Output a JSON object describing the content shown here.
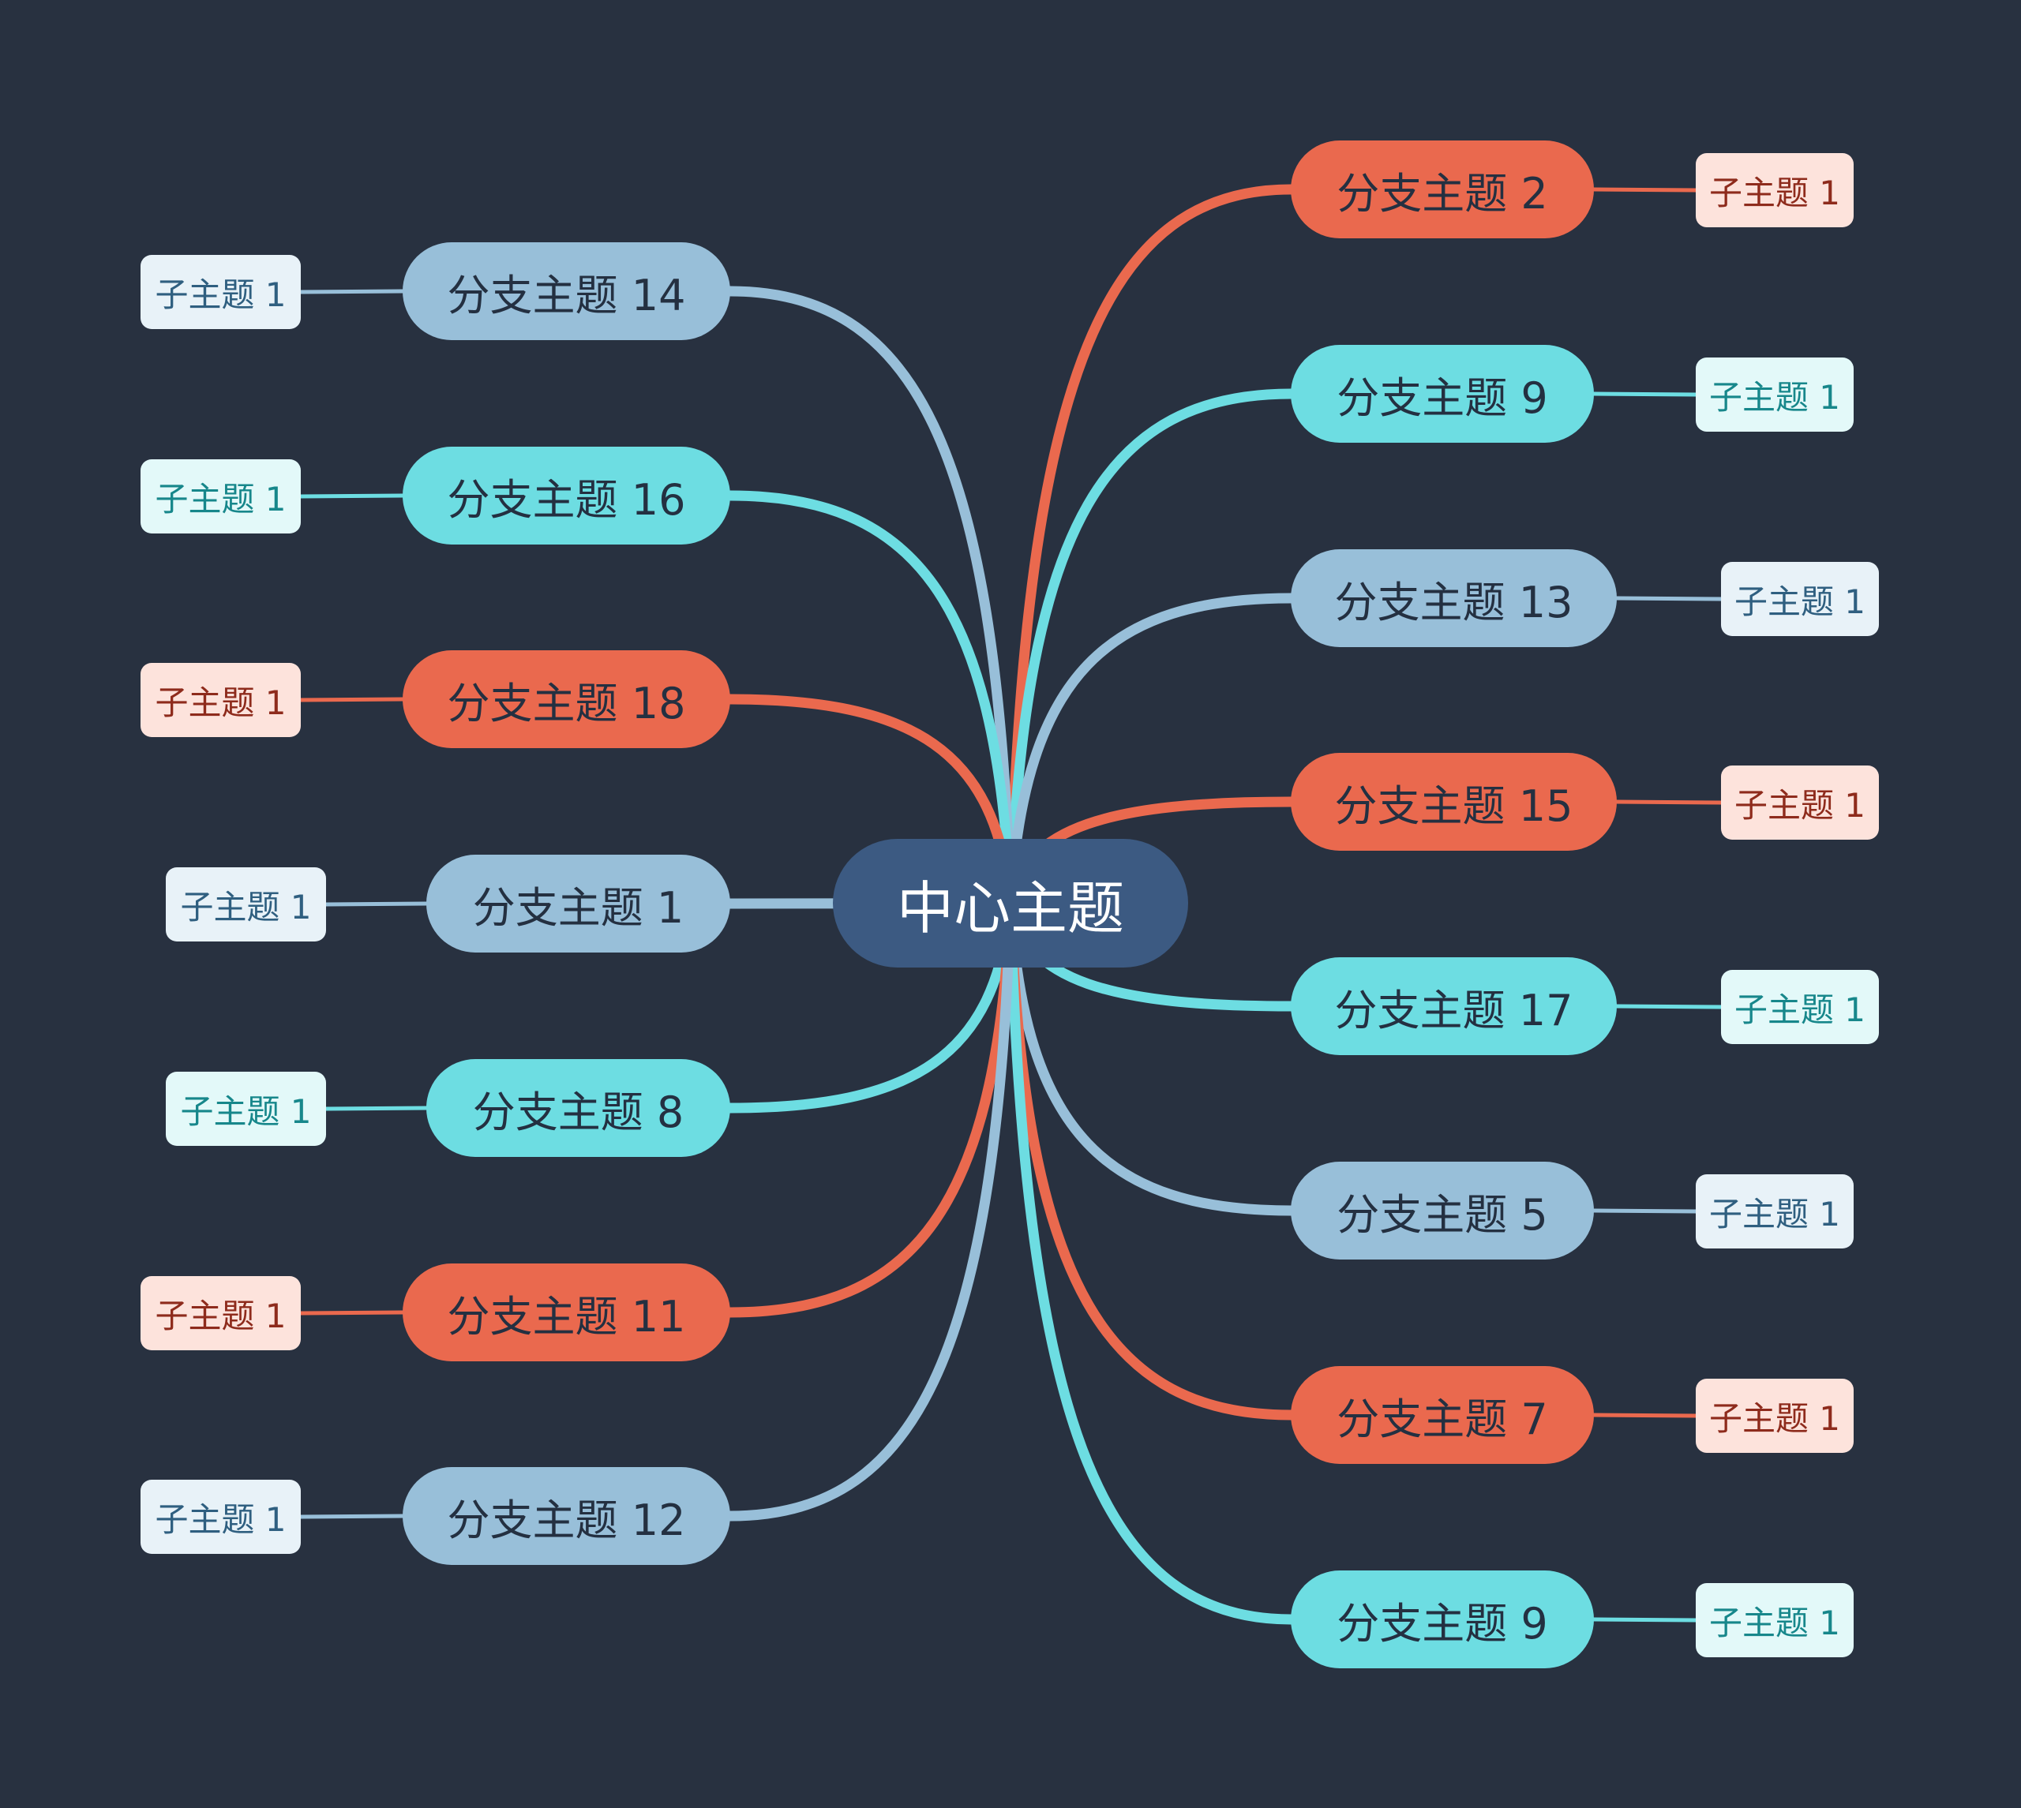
{
  "colors": {
    "background": "#283140",
    "center": "#3c5a82",
    "red": "#ea694e",
    "cyan": "#6ddde2",
    "blue": "#98bfd9"
  },
  "center": {
    "label": "中心主题"
  },
  "branches": [
    {
      "id": "r1",
      "side": "right",
      "label": "分支主题 2",
      "color": "red",
      "sub": "子主题 1"
    },
    {
      "id": "r2",
      "side": "right",
      "label": "分支主题 9",
      "color": "cyan",
      "sub": "子主题 1"
    },
    {
      "id": "r3",
      "side": "right",
      "label": "分支主题 13",
      "color": "blue",
      "sub": "子主题 1"
    },
    {
      "id": "r4",
      "side": "right",
      "label": "分支主题 15",
      "color": "red",
      "sub": "子主题 1"
    },
    {
      "id": "r5",
      "side": "right",
      "label": "分支主题 17",
      "color": "cyan",
      "sub": "子主题 1"
    },
    {
      "id": "r6",
      "side": "right",
      "label": "分支主题 5",
      "color": "blue",
      "sub": "子主题 1"
    },
    {
      "id": "r7",
      "side": "right",
      "label": "分支主题 7",
      "color": "red",
      "sub": "子主题 1"
    },
    {
      "id": "r8",
      "side": "right",
      "label": "分支主题 9",
      "color": "cyan",
      "sub": "子主题 1"
    },
    {
      "id": "l1",
      "side": "left",
      "label": "分支主题 14",
      "color": "blue",
      "sub": "子主题 1"
    },
    {
      "id": "l2",
      "side": "left",
      "label": "分支主题 16",
      "color": "cyan",
      "sub": "子主题 1"
    },
    {
      "id": "l3",
      "side": "left",
      "label": "分支主题 18",
      "color": "red",
      "sub": "子主题 1"
    },
    {
      "id": "l4",
      "side": "left",
      "label": "分支主题 1",
      "color": "blue",
      "sub": "子主题 1"
    },
    {
      "id": "l5",
      "side": "left",
      "label": "分支主题 8",
      "color": "cyan",
      "sub": "子主题 1"
    },
    {
      "id": "l6",
      "side": "left",
      "label": "分支主题 11",
      "color": "red",
      "sub": "子主题 1"
    },
    {
      "id": "l7",
      "side": "left",
      "label": "分支主题 12",
      "color": "blue",
      "sub": "子主题 1"
    }
  ]
}
